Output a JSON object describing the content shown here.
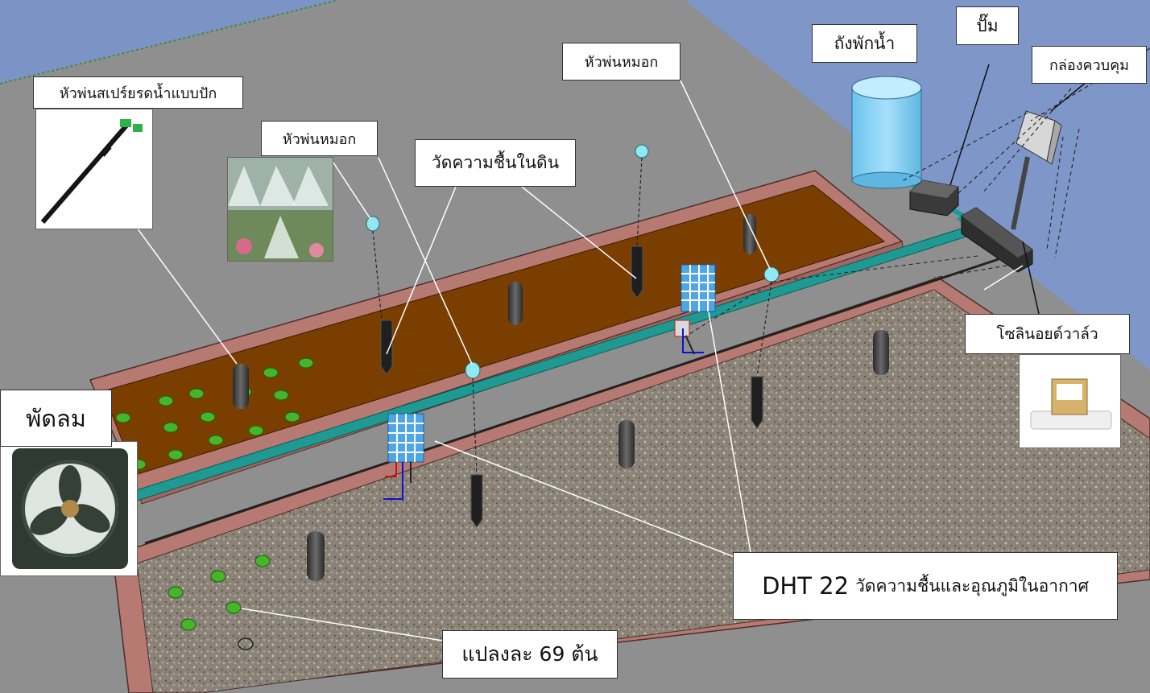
{
  "labels": {
    "sprinkler_stake": "หัวพ่นสเปร์ยรดน้ำแบบปัก",
    "mist_nozzle_left": "หัวพ่นหมอก",
    "mist_nozzle_top": "หัวพ่นหมอก",
    "soil_moisture": "วัดความชื้นในดิน",
    "water_tank": "ถังพักน้ำ",
    "pump": "ปั๊ม",
    "control_box": "กล่องควบคุม",
    "solenoid_valve": "โซลินอยด์วาล์ว",
    "fan": "พัดลม",
    "dht_model": "DHT 22",
    "dht_desc": "วัดความชื้นและอุณภูมิในอากาศ",
    "plants_per_bed": "แปลงละ 69 ต้น"
  },
  "colors": {
    "soil": "#7a3e00",
    "gravel": "#8c8378",
    "planter_frame": "#b77a72",
    "pipe": "#1f9a93",
    "tank": "#7fd0f2",
    "dht_sensor": "#4fa6e6",
    "sky": "#7c93c6"
  },
  "icons": [
    "sprinkler-icon",
    "mist-photo",
    "solenoid-valve-photo",
    "fan-photo"
  ]
}
